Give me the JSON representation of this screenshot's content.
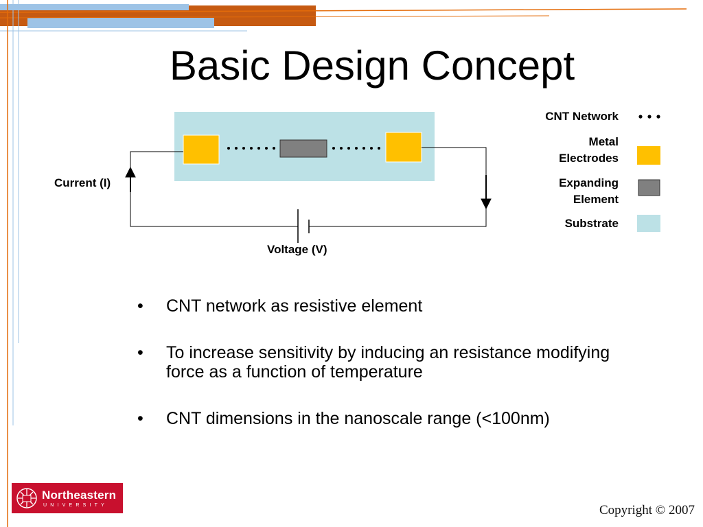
{
  "title": "Basic Design Concept",
  "diagram": {
    "current_label": "Current (I)",
    "voltage_label": "Voltage (V)",
    "legend": [
      {
        "label": "CNT Network",
        "symbol": "dots"
      },
      {
        "label": "Metal Electrodes",
        "symbol": "swatch",
        "color": "#FFC000"
      },
      {
        "label": "Expanding Element",
        "symbol": "swatch",
        "color": "#808080"
      },
      {
        "label": "Substrate",
        "symbol": "swatch",
        "color": "#BCE1E6"
      }
    ]
  },
  "bullets": [
    "CNT network as resistive element",
    "To increase sensitivity by inducing an resistance modifying force as a function of temperature",
    "CNT dimensions in the nanoscale range (<100nm)"
  ],
  "logo": {
    "name": "Northeastern",
    "subtitle": "UNIVERSITY"
  },
  "copyright": "Copyright © 2007",
  "colors": {
    "accent_orange": "#E46C0A",
    "accent_blue": "#8DB3E2",
    "electrode": "#FFC000",
    "expanding": "#808080",
    "substrate": "#BCE1E6"
  }
}
